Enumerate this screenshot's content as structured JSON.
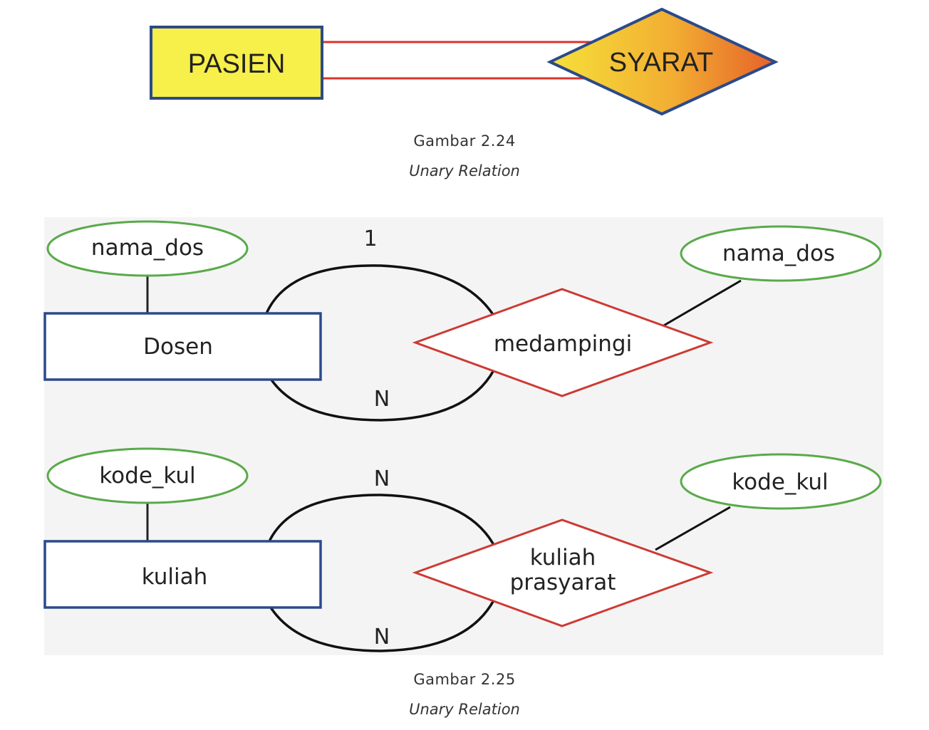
{
  "figure1": {
    "entity": "PASIEN",
    "relationship": "SYARAT",
    "caption_number": "Gambar 2.24",
    "caption_title": "Unary Relation"
  },
  "figure2": {
    "diagram_a": {
      "entity": "Dosen",
      "relationship": "medampingi",
      "attribute_left": "nama_dos",
      "attribute_right": "nama_dos",
      "cardinality_top": "1",
      "cardinality_bottom": "N"
    },
    "diagram_b": {
      "entity": "kuliah",
      "relationship_line1": "kuliah",
      "relationship_line2": "prasyarat",
      "attribute_left": "kode_kul",
      "attribute_right": "kode_kul",
      "cardinality_top": "N",
      "cardinality_bottom": "N"
    },
    "caption_number": "Gambar 2.25",
    "caption_title": "Unary Relation"
  },
  "colors": {
    "entity_fill_yellow": "#f7ef4a",
    "entity_border_blue": "#2b4a8a",
    "relationship_red": "#cc3a33",
    "attribute_green": "#5aaa4a",
    "connector_red": "#d8342c",
    "gradient_start": "#f5d438",
    "gradient_end": "#e8662b"
  }
}
